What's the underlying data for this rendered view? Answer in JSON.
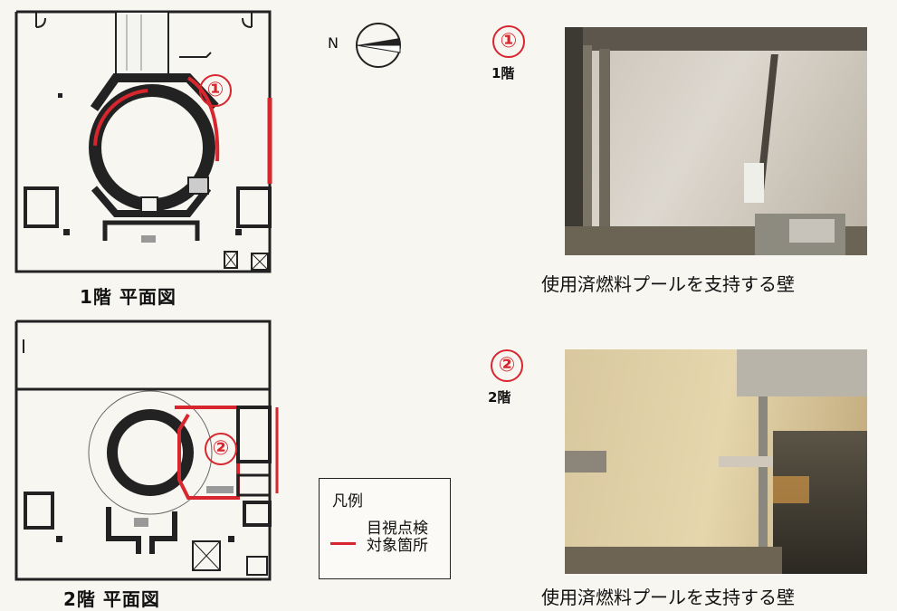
{
  "plan1": {
    "caption": "1階 平面図",
    "marker": "①"
  },
  "plan2": {
    "caption": "2階 平面図",
    "marker": "②"
  },
  "north_label": "N",
  "photo1": {
    "marker": "①",
    "floor": "1階",
    "caption": "使用済燃料プールを支持する壁"
  },
  "photo2": {
    "marker": "②",
    "floor": "2階",
    "caption": "使用済燃料プールを支持する壁"
  },
  "legend": {
    "title": "凡例",
    "line1": "目視点検",
    "line2": "対象箇所"
  },
  "colors": {
    "highlight": "#d8262f",
    "wall": "#2a2a2a"
  }
}
